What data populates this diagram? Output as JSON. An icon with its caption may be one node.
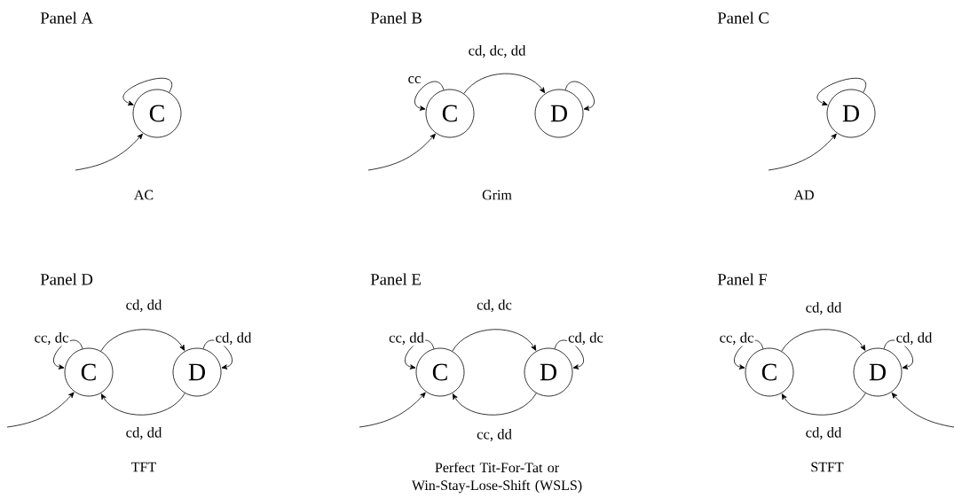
{
  "diagram": {
    "nodes": [
      {
        "text": [
          "C"
        ]
      },
      {
        "text": [
          "C"
        ]
      },
      {
        "text": [
          "D"
        ]
      },
      {
        "text": [
          "D"
        ]
      },
      {
        "text": [
          "C"
        ]
      },
      {
        "text": [
          "D"
        ]
      },
      {
        "text": [
          "C"
        ]
      },
      {
        "text": [
          "D"
        ]
      },
      {
        "text": [
          "C"
        ]
      },
      {
        "text": [
          "D"
        ]
      }
    ],
    "edges": [
      {
        "from": null,
        "to": 0,
        "arrow": "to"
      },
      {
        "from": 0,
        "to": 0,
        "arrow": "to"
      },
      {
        "from": null,
        "to": 1,
        "arrow": "to"
      },
      {
        "from": 1,
        "to": 1,
        "arrow": "to",
        "label": "cc"
      },
      {
        "from": 1,
        "to": 2,
        "arrow": "to",
        "label": "cd, dc, dd"
      },
      {
        "from": 2,
        "to": 2,
        "arrow": "to"
      },
      {
        "from": null,
        "to": 3,
        "arrow": "to"
      },
      {
        "from": 3,
        "to": 3,
        "arrow": "to"
      },
      {
        "from": null,
        "to": 4,
        "arrow": "to"
      },
      {
        "from": 4,
        "to": 4,
        "arrow": "to",
        "label": "cc, dc"
      },
      {
        "from": 4,
        "to": 5,
        "arrow": "to",
        "label": "cd, dd"
      },
      {
        "from": 5,
        "to": 5,
        "arrow": "to",
        "label": "cd, dd"
      },
      {
        "from": 5,
        "to": 4,
        "arrow": "to",
        "label": "cd, dd"
      },
      {
        "from": null,
        "to": 6,
        "arrow": "to"
      },
      {
        "from": 6,
        "to": 6,
        "arrow": "to",
        "label": "cc, dd"
      },
      {
        "from": 6,
        "to": 7,
        "arrow": "to",
        "label": "cd, dc"
      },
      {
        "from": 7,
        "to": 7,
        "arrow": "to",
        "label": "cd, dc"
      },
      {
        "from": 7,
        "to": 6,
        "arrow": "to",
        "label": "cc, dd"
      },
      {
        "from": 8,
        "to": 8,
        "arrow": "to",
        "label": "cc, dc"
      },
      {
        "from": 8,
        "to": 9,
        "arrow": "to",
        "label": "cd, dd"
      },
      {
        "from": 9,
        "to": 9,
        "arrow": "to",
        "label": "cd, dd"
      },
      {
        "from": 9,
        "to": 8,
        "arrow": "to",
        "label": "cd, dd"
      },
      {
        "from": null,
        "to": 9,
        "arrow": "to"
      }
    ],
    "labels": [
      "Panel A",
      "Panel B",
      "Panel C",
      "AC",
      "Grim",
      "AD",
      "Panel D",
      "Panel E",
      "Panel F",
      "TFT",
      "Perfect Tit-For-Tat or Win-Stay-Lose-Shift (WSLS)",
      "STFT"
    ]
  }
}
